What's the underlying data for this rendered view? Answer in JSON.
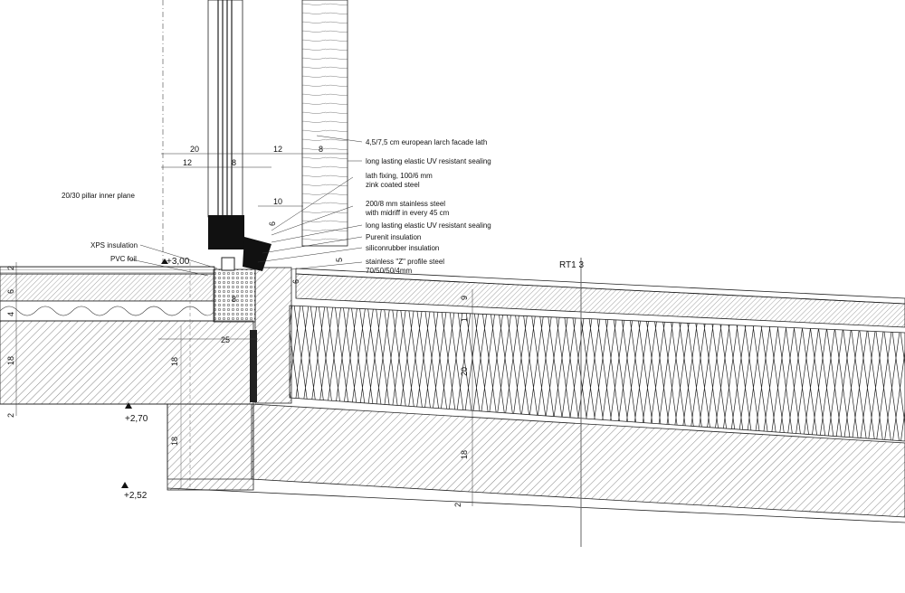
{
  "labels": {
    "larch_lath": "4,5/7,5 cm european larch facade lath",
    "sealing_1": "long lasting elastic UV resistant sealing",
    "lath_fixing_1": "lath fixing, 100/6 mm",
    "lath_fixing_2": "zink coated steel",
    "stainless_1": "200/8 mm stainless steel",
    "stainless_2": "with midriff in every 45 cm",
    "sealing_2": "long lasting elastic UV resistant sealing",
    "purenit": "Purenit insulation",
    "silicon": "siliconrubber insulation",
    "zprofile_1": "stainless \"Z\" profile steel",
    "zprofile_2": "70/50/50/4mm",
    "pillar": "20/30 pillar  inner plane",
    "xps": "XPS insulation",
    "pvc": "PVC foil",
    "section_mark": "RT1 3"
  },
  "levels": {
    "l300": "+3,00",
    "l270": "+2,70",
    "l252": "+2,52"
  },
  "dims": {
    "d20": "20",
    "d12a": "12",
    "d12b": "12",
    "d8a": "8",
    "d8b": "8",
    "d10": "10",
    "d6a": "6",
    "d5": "5",
    "d6b": "6",
    "d8c": "8",
    "d25": "25",
    "d9": "9",
    "d1": "1",
    "d20v": "20",
    "d18a": "18",
    "d18b": "18",
    "d18c": "18",
    "d18d": "18",
    "d2a": "2",
    "d6c": "6",
    "d4": "4",
    "d2b": "2",
    "d2c": "2"
  }
}
